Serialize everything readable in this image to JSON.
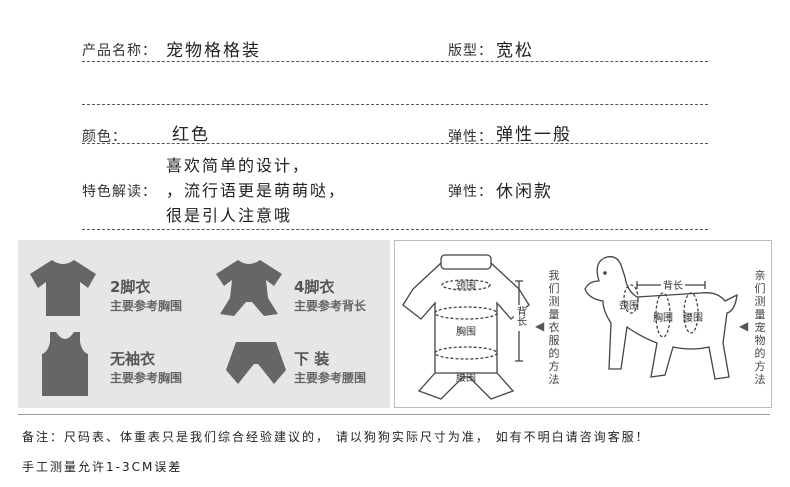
{
  "product": {
    "name_label": "产品名称：",
    "name_value": "宠物格格装",
    "style_label": "版型：",
    "style_value": "宽松",
    "color_label": "颜色：",
    "color_value": "红色",
    "elastic_label": "弹性：",
    "elastic_value": "弹性一般",
    "feature_label": "特色解读：",
    "feature_lines": [
      "喜欢简单的设计，",
      "，流行语更是萌萌哒，",
      "很是引人注意哦"
    ],
    "elastic2_label": "弹性：",
    "elastic2_value": "休闲款"
  },
  "size_types": [
    {
      "title": "2脚衣",
      "subtitle": "主要参考胸围",
      "icon": "tshirt-icon"
    },
    {
      "title": "4脚衣",
      "subtitle": "主要参考背长",
      "icon": "four-leg-shirt-icon"
    },
    {
      "title": "无袖衣",
      "subtitle": "主要参考胸围",
      "icon": "tank-top-icon"
    },
    {
      "title": "下 装",
      "subtitle": "主要参考腰围",
      "icon": "pants-icon"
    }
  ],
  "garment_diagram": {
    "labels": {
      "neck": "颈围",
      "chest": "胸围",
      "waist": "腰围",
      "back": "背长"
    },
    "vertical_caption": "我们测量衣服的方法"
  },
  "dog_diagram": {
    "labels": {
      "neck": "颈围",
      "chest": "胸围",
      "waist": "腰围",
      "back": "背长"
    },
    "vertical_caption": "亲们测量宠物的方法"
  },
  "notes": {
    "line1": "备注：尺码表、体重表只是我们综合经验建议的， 请以狗狗实际尺寸为准， 如有不明白请咨询客服！",
    "line2": "手工测量允许1-3CM误差"
  },
  "colors": {
    "icon_gray": "#666666",
    "panel_bg": "#e6e6e6"
  }
}
